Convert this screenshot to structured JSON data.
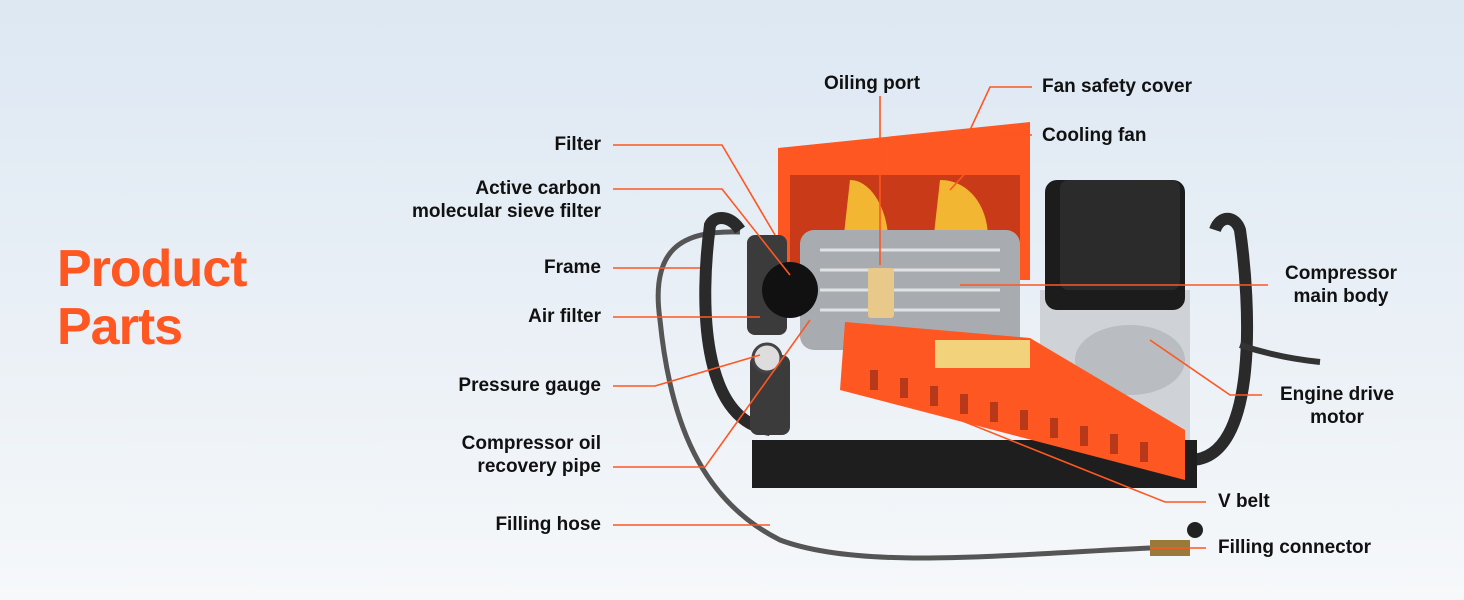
{
  "title": {
    "line1": "Product",
    "line2": "Parts"
  },
  "accent_color": "#fe5722",
  "labels": {
    "filter": "Filter",
    "active_carbon_1": "Active carbon",
    "active_carbon_2": "molecular sieve filter",
    "frame": "Frame",
    "air_filter": "Air filter",
    "pressure_gauge": "Pressure gauge",
    "oil_recovery_1": "Compressor oil",
    "oil_recovery_2": "recovery pipe",
    "filling_hose": "Filling hose",
    "oiling_port": "Oiling port",
    "fan_safety_cover": "Fan safety cover",
    "cooling_fan": "Cooling fan",
    "main_body_1": "Compressor",
    "main_body_2": "main body",
    "motor_1": "Engine drive",
    "motor_2": "motor",
    "v_belt": "V belt",
    "filling_connector": "Filling connector"
  }
}
